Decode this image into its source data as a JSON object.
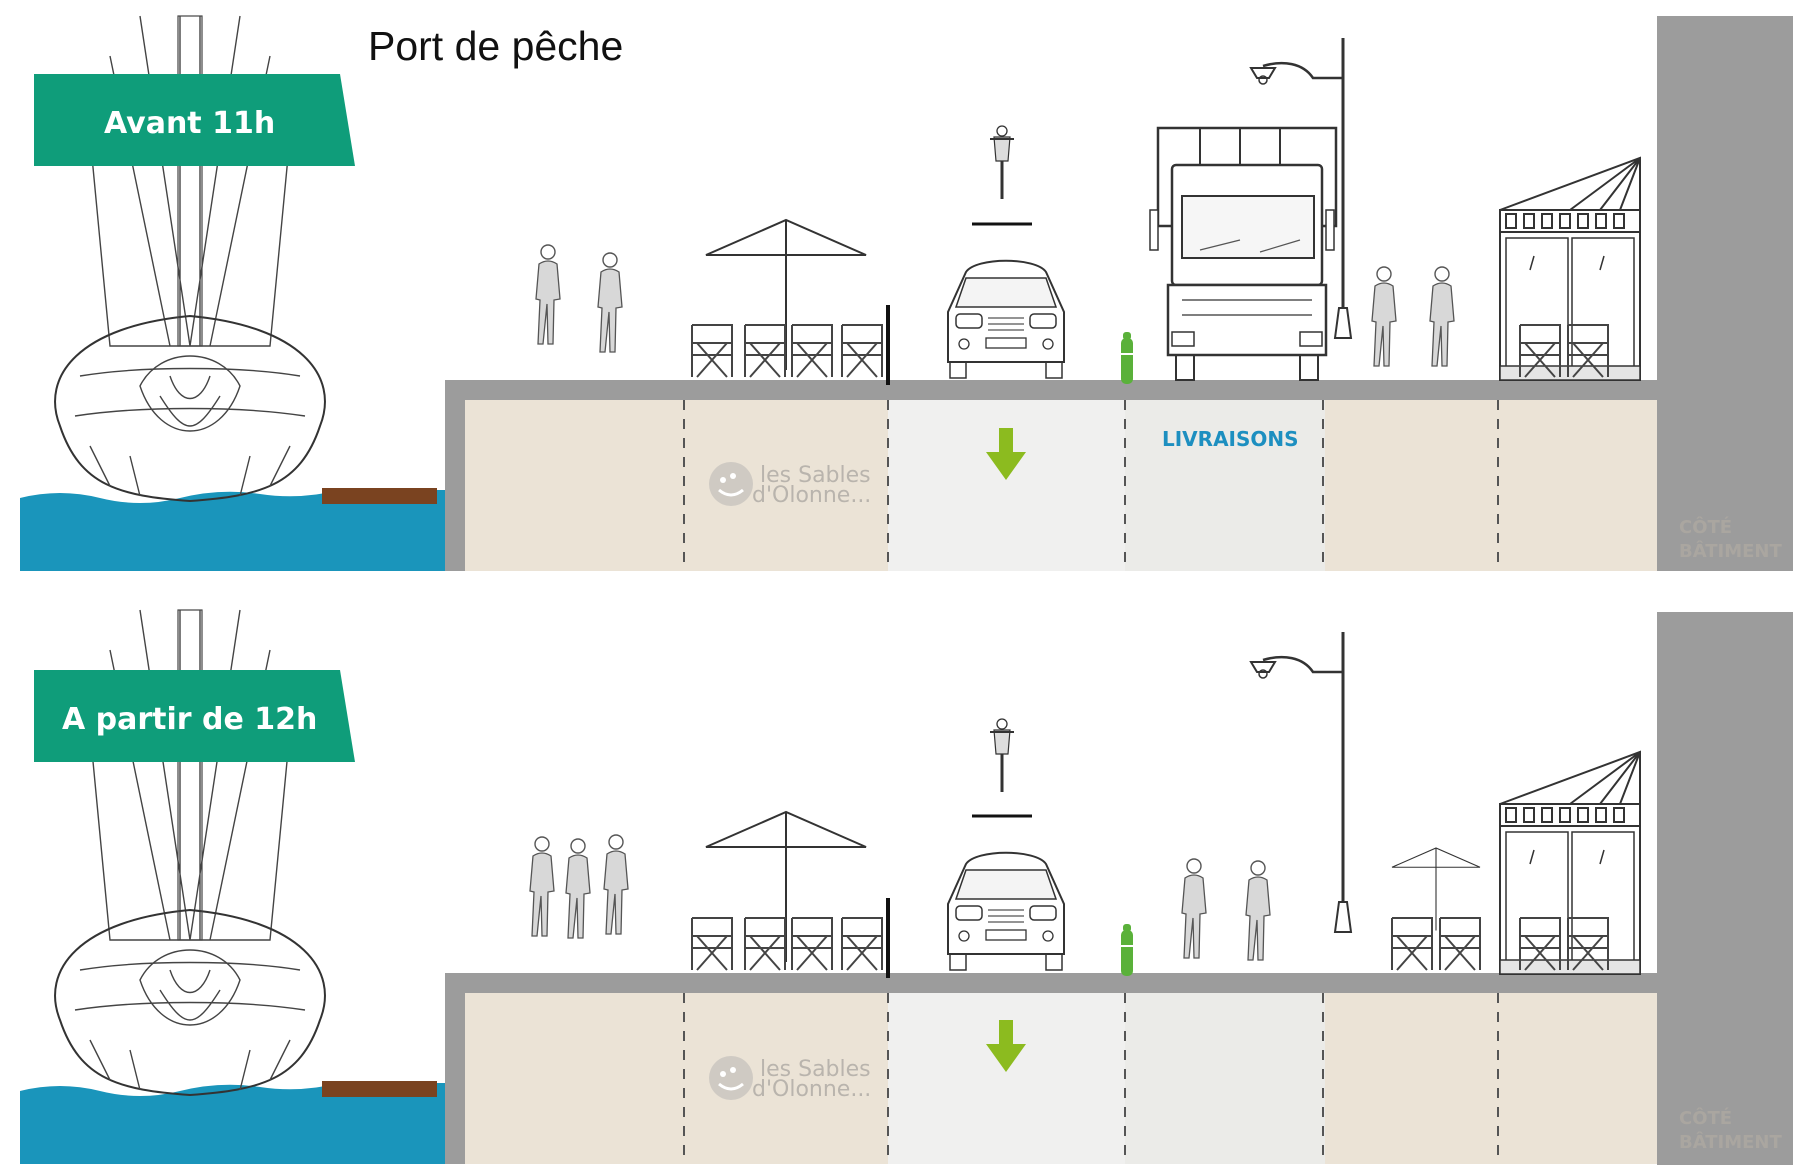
{
  "title": "Port de pêche",
  "panels": [
    {
      "banner": "Avant 11h",
      "zone_label": "LIVRAISONS",
      "side_label_line1": "CÔTÉ",
      "side_label_line2": "BÂTIMENT",
      "logo_line1": "les Sables",
      "logo_line2": "d'Olonne..."
    },
    {
      "banner": "A partir de 12h",
      "zone_label": "",
      "side_label_line1": "CÔTÉ",
      "side_label_line2": "BÂTIMENT",
      "logo_line1": "les Sables",
      "logo_line2": "d'Olonne..."
    }
  ],
  "colors": {
    "banner": "#0f9d7a",
    "water": "#1a95bb",
    "pontoon": "#7a4320",
    "pavement": "#ebe3d6",
    "lane": "#f0f0ef",
    "grey": "#9c9c9c",
    "arrow": "#8cbb1f",
    "bollard": "#5ab13a"
  },
  "icons": [
    "boat-icon",
    "pedestrian-icon",
    "parasol-table-icon",
    "car-icon",
    "cyclist-icon",
    "delivery-truck-icon",
    "street-lamp-icon",
    "kiosk-icon",
    "down-arrow-icon",
    "bollard-icon"
  ]
}
